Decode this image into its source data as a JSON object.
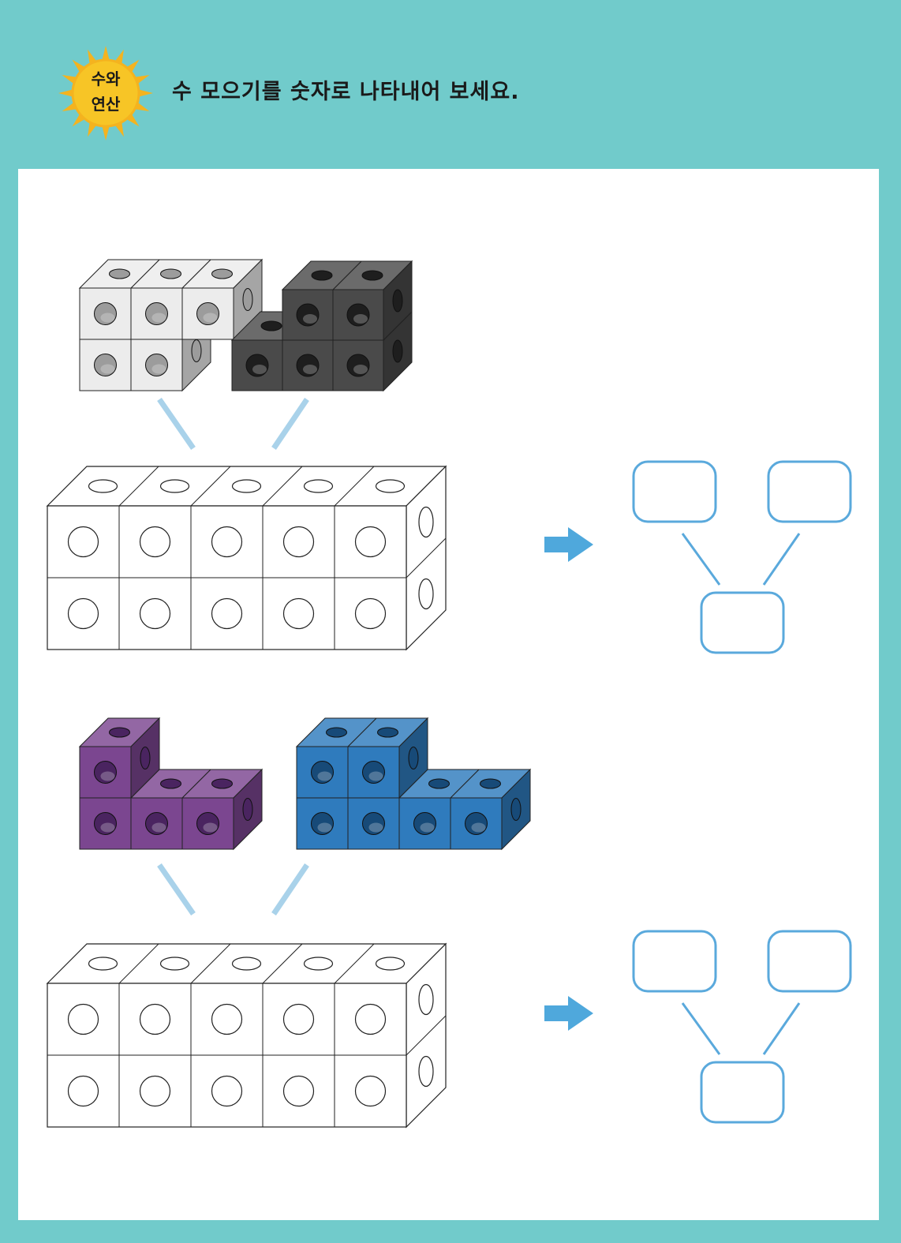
{
  "header": {
    "badge_text": "수와\n연산",
    "instruction": "수 모으기를 숫자로 나타내어 보세요."
  },
  "colors": {
    "background": "#71cbcb",
    "sun": "#f7c526",
    "sun_ray": "#f4b31f",
    "light_cube": "#ececec",
    "dark_cube": "#4a4a4a",
    "purple_cube": "#7b4690",
    "blue_cube": "#2f7bbd",
    "box_outline": "#5aa9dc",
    "arrow": "#4fa8dc",
    "link_line": "#a9d2ea"
  },
  "problems": [
    {
      "id": "problem-1",
      "left_group": {
        "color": "light",
        "count": 5
      },
      "right_group": {
        "color": "dark",
        "count": 5
      },
      "total_cubes": 10
    },
    {
      "id": "problem-2",
      "left_group": {
        "color": "purple",
        "count": 4
      },
      "right_group": {
        "color": "blue",
        "count": 6
      },
      "total_cubes": 10
    }
  ]
}
